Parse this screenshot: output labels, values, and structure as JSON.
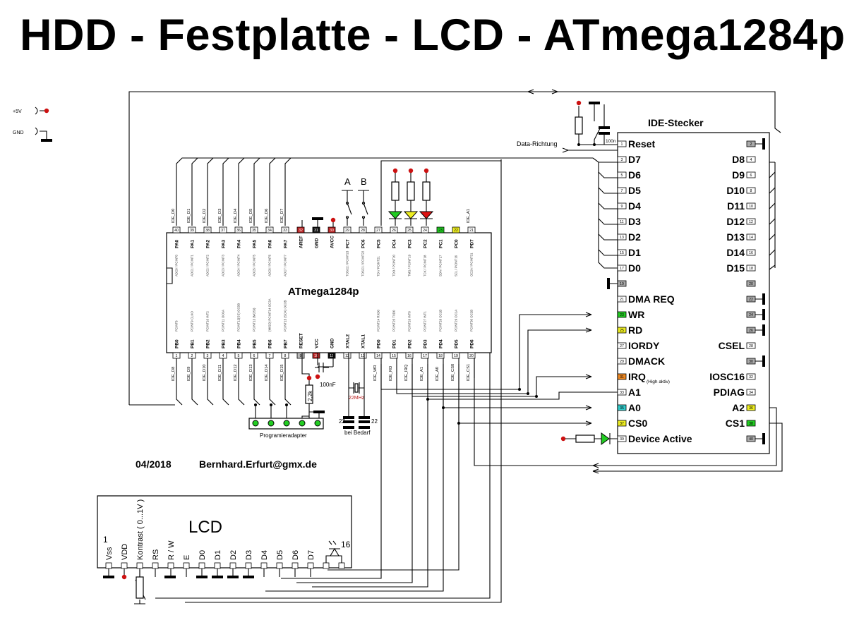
{
  "title": "HDD - Festplatte - LCD - ATmega1284p",
  "legend": {
    "vcc": "+5V",
    "gnd": "GND"
  },
  "colors": {
    "green": "#22cc22",
    "yellow": "#eeee22",
    "red": "#dd1111",
    "orange": "#ee8822",
    "cyan": "#33cccc",
    "darkred": "#bb2222",
    "gray": "#999999"
  },
  "mcu": {
    "name": "ATmega1284p",
    "top_pins": [
      {
        "num": "40",
        "label": "PA0",
        "alt": "ADC0 / PCINT0",
        "net": "IDE_D0"
      },
      {
        "num": "39",
        "label": "PA1",
        "alt": "ADC1 / PCINT1",
        "net": "IDE_D1"
      },
      {
        "num": "38",
        "label": "PA2",
        "alt": "ADC2 / PCINT2",
        "net": "IDE_D2"
      },
      {
        "num": "37",
        "label": "PA3",
        "alt": "ADC3 / PCINT3",
        "net": "IDE_D3"
      },
      {
        "num": "36",
        "label": "PA4",
        "alt": "ADC4 / PCINT4",
        "net": "IDE_D4"
      },
      {
        "num": "35",
        "label": "PA5",
        "alt": "ADC5 / PCINT5",
        "net": "IDE_D5"
      },
      {
        "num": "34",
        "label": "PA6",
        "alt": "ADC6 / PCINT6",
        "net": "IDE_D6"
      },
      {
        "num": "33",
        "label": "PA7",
        "alt": "ADC7 / PCINT7",
        "net": "IDE_D7"
      },
      {
        "num": "32",
        "label": "AREF",
        "alt": "",
        "net": ""
      },
      {
        "num": "31",
        "label": "GND",
        "alt": "",
        "net": ""
      },
      {
        "num": "30",
        "label": "AVCC",
        "alt": "",
        "net": ""
      },
      {
        "num": "29",
        "label": "PC7",
        "alt": "TOSC2 / PCINT23",
        "net": ""
      },
      {
        "num": "28",
        "label": "PC6",
        "alt": "TOSC1 / PCINT22",
        "net": ""
      },
      {
        "num": "27",
        "label": "PC5",
        "alt": "TDI / PCINT21",
        "net": ""
      },
      {
        "num": "26",
        "label": "PC4",
        "alt": "TDO / PCINT20",
        "net": ""
      },
      {
        "num": "25",
        "label": "PC3",
        "alt": "TMS / PCINT19",
        "net": ""
      },
      {
        "num": "24",
        "label": "PC2",
        "alt": "TCK / PCINT18",
        "net": ""
      },
      {
        "num": "23",
        "label": "PC1",
        "alt": "SDA / PCINT17",
        "net": ""
      },
      {
        "num": "22",
        "label": "PC0",
        "alt": "SCL / PCINT16",
        "net": ""
      },
      {
        "num": "21",
        "label": "PD7",
        "alt": "OC2A / PCINT31",
        "net": "IDE_A1"
      }
    ],
    "bottom_pins": [
      {
        "num": "1",
        "label": "PB0",
        "alt": "PCINT8",
        "net": "IDE_D8"
      },
      {
        "num": "2",
        "label": "PB1",
        "alt": "PCINT9 CLKO",
        "net": "IDE_D9"
      },
      {
        "num": "3",
        "label": "PB2",
        "alt": "PCINT10 INT2",
        "net": "IDE_D10"
      },
      {
        "num": "4",
        "label": "PB3",
        "alt": "PCINT11 OC0A",
        "net": "IDE_D11"
      },
      {
        "num": "5",
        "label": "PB4",
        "alt": "PCINT12(SS) OC0B",
        "net": "IDE_D12"
      },
      {
        "num": "6",
        "label": "PB5",
        "alt": "PCINT13 (MOSI)",
        "net": "IDE_D13"
      },
      {
        "num": "7",
        "label": "PB6",
        "alt": "(MISO) PCINT14 OC3A",
        "net": "IDE_D14"
      },
      {
        "num": "8",
        "label": "PB7",
        "alt": "PCINT15 (SCK) OC3B",
        "net": "IDE_D15"
      },
      {
        "num": "9",
        "label": "RESET",
        "alt": "",
        "net": ""
      },
      {
        "num": "10",
        "label": "VCC",
        "alt": "",
        "net": ""
      },
      {
        "num": "11",
        "label": "GND",
        "alt": "",
        "net": ""
      },
      {
        "num": "12",
        "label": "XTAL2",
        "alt": "",
        "net": ""
      },
      {
        "num": "13",
        "label": "XTAL1",
        "alt": "",
        "net": ""
      },
      {
        "num": "14",
        "label": "PD0",
        "alt": "PCINT24 RXD0",
        "net": "IDE_WR"
      },
      {
        "num": "15",
        "label": "PD1",
        "alt": "PCINT25 TXD0",
        "net": "IDE_RD"
      },
      {
        "num": "16",
        "label": "PD2",
        "alt": "PCINT26 INT0",
        "net": "IDE_IRQ"
      },
      {
        "num": "17",
        "label": "PD3",
        "alt": "PCINT27 INT1",
        "net": "IDE_A1"
      },
      {
        "num": "18",
        "label": "PD4",
        "alt": "PCINT28 OC1B",
        "net": "IDE_A0"
      },
      {
        "num": "19",
        "label": "PD5",
        "alt": "PCINT29 OC1A",
        "net": "IDE_CS0"
      },
      {
        "num": "20",
        "label": "PD6",
        "alt": "PCINT30 OC2B",
        "net": "IDE_CS1"
      }
    ]
  },
  "ide": {
    "name": "IDE-Stecker",
    "data_direction": "Data-Richtung",
    "cap_label": "100n",
    "left": [
      {
        "num": "1",
        "label": "Reset"
      },
      {
        "num": "3",
        "label": "D7"
      },
      {
        "num": "5",
        "label": "D6"
      },
      {
        "num": "7",
        "label": "D5"
      },
      {
        "num": "9",
        "label": "D4"
      },
      {
        "num": "11",
        "label": "D3"
      },
      {
        "num": "13",
        "label": "D2"
      },
      {
        "num": "15",
        "label": "D1"
      },
      {
        "num": "17",
        "label": "D0"
      },
      {
        "num": "19",
        "label": ""
      },
      {
        "num": "21",
        "label": "DMA REQ"
      },
      {
        "num": "23",
        "label": "WR"
      },
      {
        "num": "25",
        "label": "RD"
      },
      {
        "num": "27",
        "label": "IORDY"
      },
      {
        "num": "29",
        "label": "DMACK"
      },
      {
        "num": "31",
        "label": "IRQ"
      },
      {
        "num": "33",
        "label": "A1"
      },
      {
        "num": "35",
        "label": "A0"
      },
      {
        "num": "37",
        "label": "CS0"
      },
      {
        "num": "39",
        "label": "Device Active"
      }
    ],
    "irq_note": "(High aktiv)",
    "right": [
      {
        "num": "2",
        "label": ""
      },
      {
        "num": "4",
        "label": "D8"
      },
      {
        "num": "6",
        "label": "D9"
      },
      {
        "num": "8",
        "label": "D10"
      },
      {
        "num": "10",
        "label": "D11"
      },
      {
        "num": "12",
        "label": "D12"
      },
      {
        "num": "14",
        "label": "D13"
      },
      {
        "num": "16",
        "label": "D14"
      },
      {
        "num": "18",
        "label": "D15"
      },
      {
        "num": "20",
        "label": ""
      },
      {
        "num": "22",
        "label": ""
      },
      {
        "num": "24",
        "label": ""
      },
      {
        "num": "26",
        "label": ""
      },
      {
        "num": "28",
        "label": "CSEL"
      },
      {
        "num": "30",
        "label": ""
      },
      {
        "num": "32",
        "label": "IOSC16"
      },
      {
        "num": "34",
        "label": "PDIAG"
      },
      {
        "num": "36",
        "label": "A2"
      },
      {
        "num": "38",
        "label": "CS1"
      },
      {
        "num": "40",
        "label": ""
      }
    ]
  },
  "switches": {
    "a": "A",
    "b": "B"
  },
  "parts": {
    "reset_res": "2,2k",
    "cap_100nf": "100nF",
    "crystal": "22MHz",
    "cap_22_left": "22",
    "cap_22_right": "22",
    "optional": "bei Bedarf",
    "programmer": "Programieradapter"
  },
  "footer": {
    "date": "04/2018",
    "email": "Bernhard.Erfurt@gmx.de"
  },
  "lcd": {
    "name": "LCD",
    "pin_first": "1",
    "pin_last": "16",
    "pins": [
      "Vss",
      "VDD",
      "Kontrast ( 0...1V )",
      "RS",
      "R / W",
      "E",
      "D0",
      "D1",
      "D2",
      "D3",
      "D4",
      "D5",
      "D6",
      "D7"
    ]
  }
}
